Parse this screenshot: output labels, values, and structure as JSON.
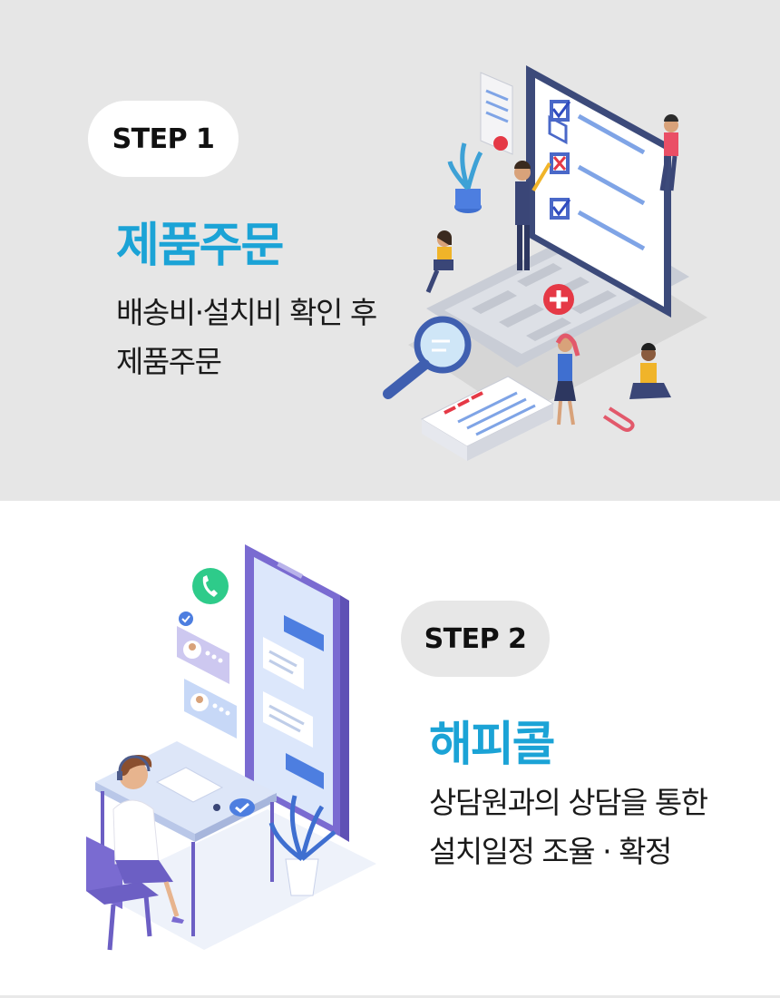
{
  "steps": [
    {
      "badge": "STEP 1",
      "title": "제품주문",
      "desc_lines": [
        "배송비·설치비 확인 후",
        "제품주문"
      ]
    },
    {
      "badge": "STEP 2",
      "title": "해피콜",
      "desc_lines": [
        "상담원과의 상담을 통한",
        "설치일정 조율 · 확정"
      ]
    }
  ],
  "colors": {
    "accent": "#1ba3d6",
    "section1_bg": "#e6e6e6",
    "section2_bg": "#ffffff",
    "badge1_bg": "#ffffff",
    "badge2_bg": "#e7e7e7"
  },
  "icons": {
    "step1_illustration": "laptop-checklist-illustration",
    "step2_illustration": "call-center-phone-illustration"
  }
}
